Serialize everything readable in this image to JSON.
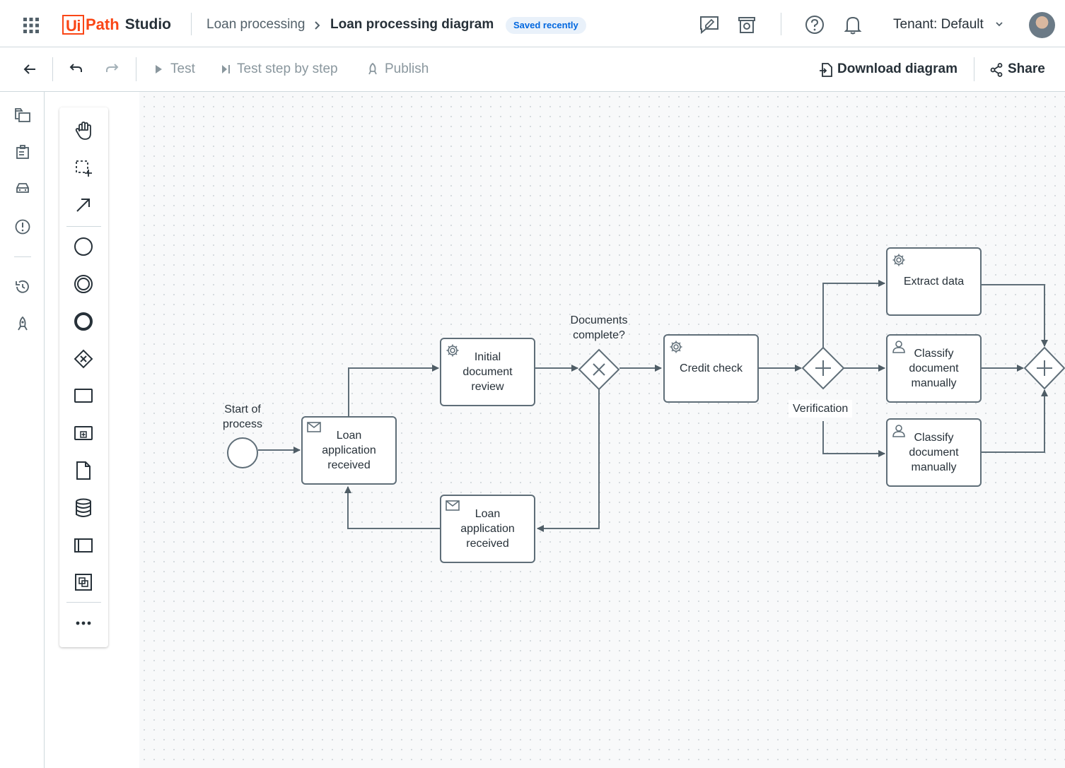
{
  "header": {
    "app_name_box": "Ui",
    "app_name_path": "Path",
    "app_name_product": "Studio",
    "breadcrumb_parent": "Loan processing",
    "breadcrumb_current": "Loan processing diagram",
    "status_badge": "Saved recently",
    "tenant_label": "Tenant: Default",
    "icons": [
      "apps-grid-icon",
      "feedback-icon",
      "store-icon",
      "help-icon",
      "bell-icon",
      "chevron-down-icon"
    ]
  },
  "toolbar": {
    "test_label": "Test",
    "test_step_label": "Test step by step",
    "publish_label": "Publish",
    "download_label": "Download diagram",
    "share_label": "Share"
  },
  "left_nav": [
    "files-icon",
    "clipboard-icon",
    "vehicle-icon",
    "alert-icon",
    "history-icon",
    "deploy-icon"
  ],
  "palette": [
    "hand-tool-icon",
    "lasso-select-icon",
    "connect-arrow-icon",
    "start-event-icon",
    "intermediate-event-icon",
    "end-event-icon",
    "gateway-icon",
    "task-icon",
    "subprocess-icon",
    "data-object-icon",
    "data-store-icon",
    "pool-icon",
    "group-icon",
    "more-icon"
  ],
  "diagram": {
    "start_label_line1": "Start of",
    "start_label_line2": "process",
    "task_receive_1": "Loan application received",
    "task_initial_review": "Initial document review",
    "task_receive_2": "Loan application received",
    "gateway_docs_line1": "Documents",
    "gateway_docs_line2": "complete?",
    "task_credit_check": "Credit check",
    "gateway_verification": "Verification",
    "task_extract": "Extract data",
    "task_classify_1": "Classify document manually",
    "task_classify_2": "Classify document manually"
  },
  "colors": {
    "brand": "#fa4616",
    "badge_text": "#0067df",
    "badge_bg": "#e9f1fa",
    "diagram_stroke": "#5f6e78"
  }
}
